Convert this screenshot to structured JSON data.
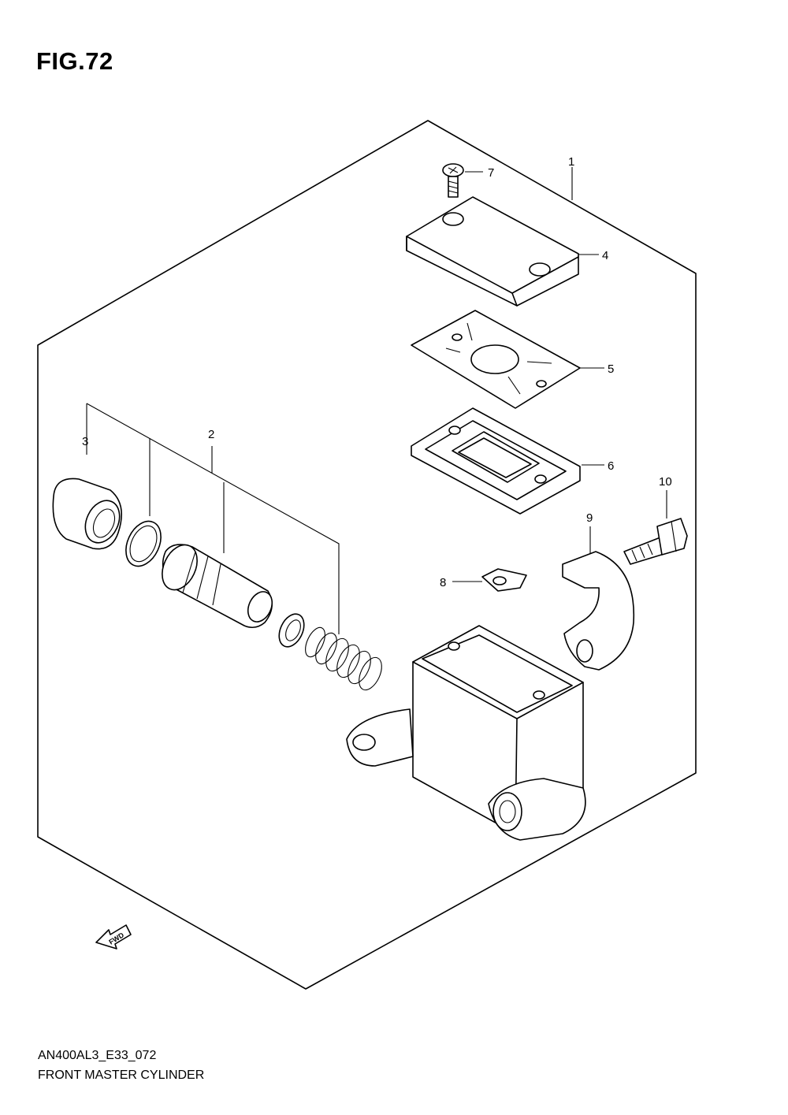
{
  "figure": {
    "title": "FIG.72"
  },
  "callouts": [
    {
      "id": "1",
      "label": "1"
    },
    {
      "id": "2",
      "label": "2"
    },
    {
      "id": "3",
      "label": "3"
    },
    {
      "id": "4",
      "label": "4"
    },
    {
      "id": "5",
      "label": "5"
    },
    {
      "id": "6",
      "label": "6"
    },
    {
      "id": "7",
      "label": "7"
    },
    {
      "id": "8",
      "label": "8"
    },
    {
      "id": "9",
      "label": "9"
    },
    {
      "id": "10",
      "label": "10"
    }
  ],
  "direction_marker": {
    "label": "FWD",
    "icon": "forward-arrow-icon"
  },
  "footer": {
    "code": "AN400AL3_E33_072",
    "name": "FRONT MASTER CYLINDER"
  }
}
